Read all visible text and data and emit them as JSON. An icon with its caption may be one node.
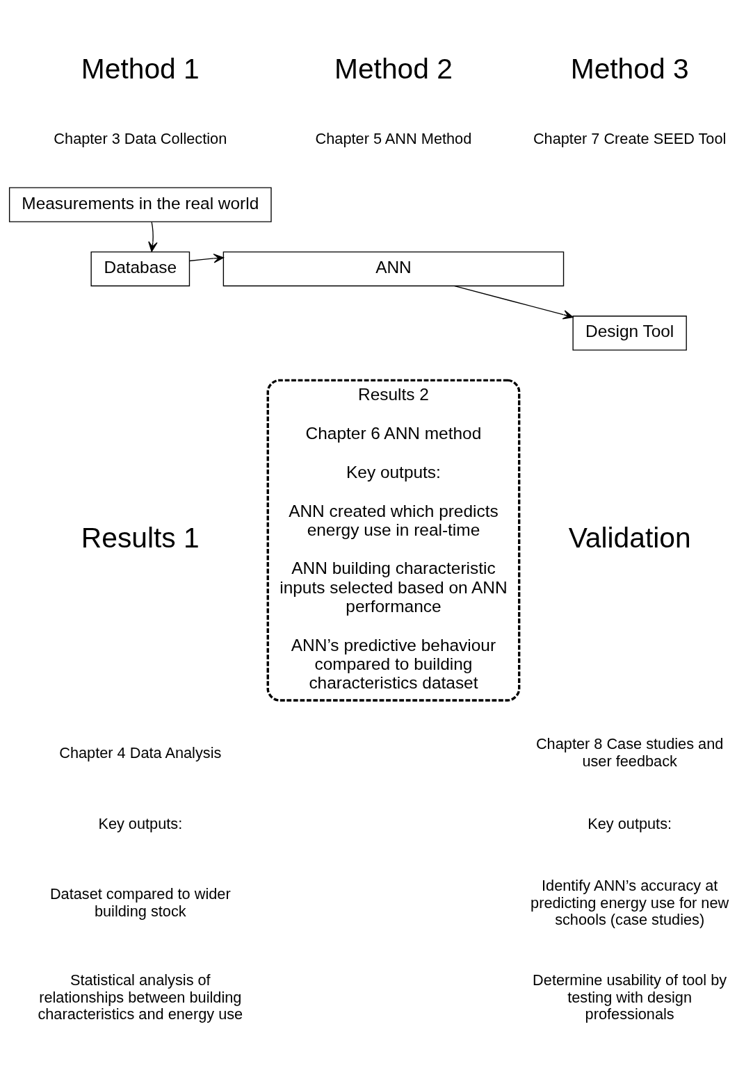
{
  "diagram": {
    "nodes": [
      {
        "text": [
          "Measurements in the real world"
        ]
      },
      {
        "text": [
          "Database"
        ]
      },
      {
        "text": [
          "ANN"
        ]
      },
      {
        "text": [
          "Design Tool"
        ]
      },
      {
        "text": [
          "Results 2",
          "Chapter 6 ANN method",
          "Key outputs:",
          "ANN created which predicts energy use in real-time",
          "ANN building characteristic inputs selected based on ANN performance",
          "ANN’s predictive behaviour compared to building characteristics dataset"
        ]
      }
    ],
    "edges": [
      {
        "from": 0,
        "to": 1,
        "arrow": "to"
      },
      {
        "from": 1,
        "to": 2,
        "arrow": "to"
      },
      {
        "from": 2,
        "to": 3,
        "arrow": "to"
      }
    ],
    "labels": [
      "Method 1",
      "Chapter 3 Data Collection",
      "Method 2",
      "Chapter 5 ANN Method",
      "Method 3",
      "Chapter 7 Create SEED Tool",
      "Results 1",
      "Chapter 4 Data Analysis",
      "Key outputs:",
      "Dataset compared to wider building stock",
      "Statistical analysis of relationships between building characteristics and energy use",
      "Validation",
      "Chapter 8 Case studies and user feedback",
      "Key outputs:",
      "Identify ANN’s accuracy at predicting energy use for new schools (case studies)",
      "Determine usability of tool by testing with design professionals"
    ]
  }
}
